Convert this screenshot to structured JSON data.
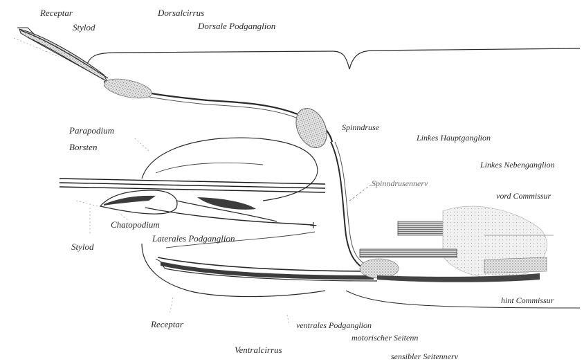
{
  "labels": {
    "receptor_top": "Receptar",
    "stylod_top": "Stylod",
    "dorsalcirrus": "Dorsalcirrus",
    "dorsal_podganglion": "Dorsale Podganglion",
    "parapodium": "Parapodium",
    "borsten": "Borsten",
    "spinndruse": "Spinndruse",
    "linkes_hauptganglion": "Linkes Hauptganglion",
    "linkes_nebenganglion": "Linkes Nebenganglion",
    "spinndrusennerv": "Spinndrusennerv",
    "vord_commissur": "vord Commissur",
    "chaetopodium": "Chatopodium",
    "stylod_bottom": "Stylod",
    "laterales_podganglion": "Laterales Podganglion",
    "hint_commissur": "hint Commissur",
    "receptor_bottom": "Receptar",
    "ventrales_podganglion": "ventrales Podganglion",
    "motorischer_seitennerv": "motorischer Seitenn",
    "ventralcirrus": "Ventralcirrus",
    "sensibler_seitennerv": "sensibler Seitennerv"
  },
  "colors": {
    "ink": "#2a2a2a",
    "stipple": "#9a9a9a",
    "dark_fill": "#3c3c3c"
  }
}
